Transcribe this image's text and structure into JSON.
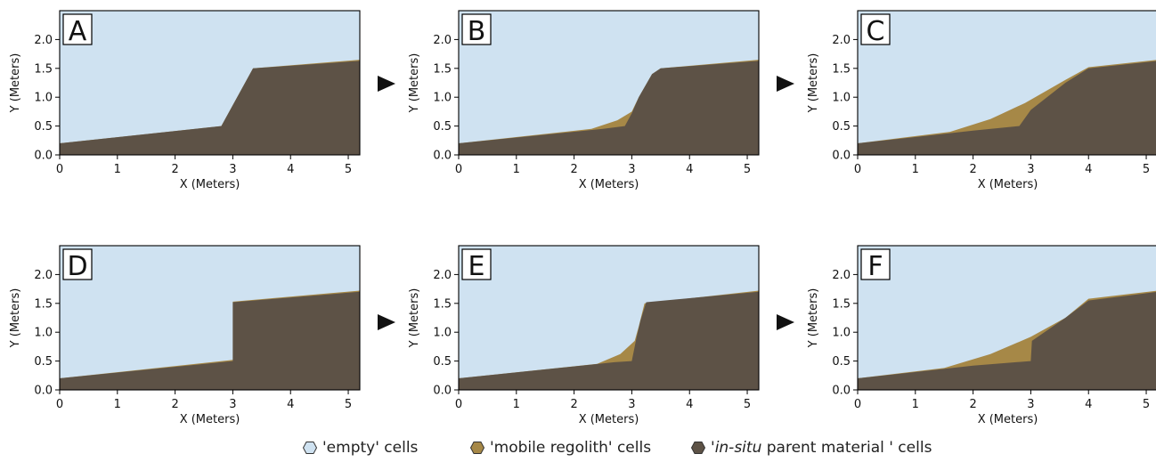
{
  "colors": {
    "empty": "#cfe2f1",
    "mobile": "#a68847",
    "insitu": "#5d5246",
    "arrow": "#111111"
  },
  "legend": {
    "items": [
      {
        "key": "empty",
        "label": "'empty' cells"
      },
      {
        "key": "mobile",
        "label": "'mobile regolith' cells"
      },
      {
        "key": "insitu",
        "label_prefix": "'",
        "label_italic": "in-situ",
        "label_suffix": " parent material ' cells"
      }
    ]
  },
  "chart_data": [
    {
      "type": "area",
      "panel_label": "A",
      "xlabel": "X (Meters)",
      "ylabel": "Y (Meters)",
      "xlim": [
        0,
        5.2
      ],
      "ylim": [
        0,
        2.5
      ],
      "xticks": [
        "0",
        "1",
        "2",
        "3",
        "4",
        "5"
      ],
      "yticks": [
        "0.0",
        "0.5",
        "1.0",
        "1.5",
        "2.0"
      ],
      "surface": [
        [
          0,
          0.2
        ],
        [
          2.8,
          0.5
        ],
        [
          3.35,
          1.5
        ],
        [
          5.2,
          1.65
        ]
      ],
      "bedrock": [
        [
          0,
          0.2
        ],
        [
          2.8,
          0.5
        ],
        [
          3.35,
          1.5
        ],
        [
          5.2,
          1.63
        ]
      ]
    },
    {
      "type": "area",
      "panel_label": "B",
      "xlabel": "X (Meters)",
      "ylabel": "Y (Meters)",
      "xlim": [
        0,
        5.2
      ],
      "ylim": [
        0,
        2.5
      ],
      "xticks": [
        "0",
        "1",
        "2",
        "3",
        "4",
        "5"
      ],
      "yticks": [
        "0.0",
        "0.5",
        "1.0",
        "1.5",
        "2.0"
      ],
      "surface": [
        [
          0,
          0.2
        ],
        [
          2.3,
          0.45
        ],
        [
          2.75,
          0.6
        ],
        [
          3.0,
          0.75
        ],
        [
          3.12,
          1.0
        ],
        [
          3.35,
          1.4
        ],
        [
          3.5,
          1.5
        ],
        [
          5.2,
          1.65
        ]
      ],
      "bedrock": [
        [
          0,
          0.2
        ],
        [
          2.5,
          0.45
        ],
        [
          2.88,
          0.5
        ],
        [
          3.0,
          0.72
        ],
        [
          3.12,
          1.0
        ],
        [
          3.35,
          1.4
        ],
        [
          3.5,
          1.5
        ],
        [
          5.2,
          1.63
        ]
      ]
    },
    {
      "type": "area",
      "panel_label": "C",
      "xlabel": "X (Meters)",
      "ylabel": "Y (Meters)",
      "xlim": [
        0,
        5.2
      ],
      "ylim": [
        0,
        2.5
      ],
      "xticks": [
        "0",
        "1",
        "2",
        "3",
        "4",
        "5"
      ],
      "yticks": [
        "0.0",
        "0.5",
        "1.0",
        "1.5",
        "2.0"
      ],
      "surface": [
        [
          0,
          0.2
        ],
        [
          1.6,
          0.4
        ],
        [
          2.3,
          0.62
        ],
        [
          2.9,
          0.9
        ],
        [
          3.6,
          1.3
        ],
        [
          4.0,
          1.52
        ],
        [
          5.2,
          1.65
        ]
      ],
      "bedrock": [
        [
          0,
          0.2
        ],
        [
          2.0,
          0.42
        ],
        [
          2.8,
          0.5
        ],
        [
          3.0,
          0.78
        ],
        [
          3.6,
          1.25
        ],
        [
          4.0,
          1.5
        ],
        [
          5.2,
          1.63
        ]
      ]
    },
    {
      "type": "area",
      "panel_label": "D",
      "xlabel": "X (Meters)",
      "ylabel": "Y (Meters)",
      "xlim": [
        0,
        5.2
      ],
      "ylim": [
        0,
        2.5
      ],
      "xticks": [
        "0",
        "1",
        "2",
        "3",
        "4",
        "5"
      ],
      "yticks": [
        "0.0",
        "0.5",
        "1.0",
        "1.5",
        "2.0"
      ],
      "surface": [
        [
          0,
          0.2
        ],
        [
          3.0,
          0.52
        ],
        [
          3.0,
          1.53
        ],
        [
          5.2,
          1.72
        ]
      ],
      "bedrock": [
        [
          0,
          0.2
        ],
        [
          3.0,
          0.5
        ],
        [
          3.0,
          1.52
        ],
        [
          5.2,
          1.7
        ]
      ]
    },
    {
      "type": "area",
      "panel_label": "E",
      "xlabel": "X (Meters)",
      "ylabel": "Y (Meters)",
      "xlim": [
        0,
        5.2
      ],
      "ylim": [
        0,
        2.5
      ],
      "xticks": [
        "0",
        "1",
        "2",
        "3",
        "4",
        "5"
      ],
      "yticks": [
        "0.0",
        "0.5",
        "1.0",
        "1.5",
        "2.0"
      ],
      "surface": [
        [
          0,
          0.2
        ],
        [
          2.4,
          0.45
        ],
        [
          2.8,
          0.62
        ],
        [
          3.05,
          0.85
        ],
        [
          3.12,
          1.1
        ],
        [
          3.22,
          1.5
        ],
        [
          5.2,
          1.72
        ]
      ],
      "bedrock": [
        [
          0,
          0.2
        ],
        [
          2.7,
          0.48
        ],
        [
          3.0,
          0.5
        ],
        [
          3.08,
          0.9
        ],
        [
          3.15,
          1.2
        ],
        [
          3.25,
          1.52
        ],
        [
          5.2,
          1.7
        ]
      ]
    },
    {
      "type": "area",
      "panel_label": "F",
      "xlabel": "X (Meters)",
      "ylabel": "Y (Meters)",
      "xlim": [
        0,
        5.2
      ],
      "ylim": [
        0,
        2.5
      ],
      "xticks": [
        "0",
        "1",
        "2",
        "3",
        "4",
        "5"
      ],
      "yticks": [
        "0.0",
        "0.5",
        "1.0",
        "1.5",
        "2.0"
      ],
      "surface": [
        [
          0,
          0.2
        ],
        [
          1.5,
          0.38
        ],
        [
          2.3,
          0.62
        ],
        [
          3.0,
          0.92
        ],
        [
          3.6,
          1.25
        ],
        [
          4.0,
          1.58
        ],
        [
          5.2,
          1.72
        ]
      ],
      "bedrock": [
        [
          0,
          0.2
        ],
        [
          2.0,
          0.42
        ],
        [
          3.0,
          0.5
        ],
        [
          3.02,
          0.85
        ],
        [
          3.6,
          1.25
        ],
        [
          4.0,
          1.55
        ],
        [
          5.2,
          1.7
        ]
      ]
    }
  ]
}
